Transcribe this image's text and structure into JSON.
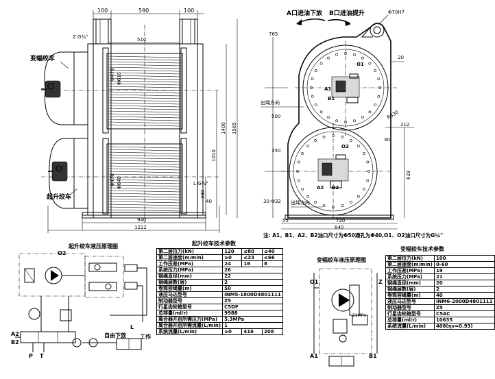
{
  "left_view": {
    "dims_top": [
      "100",
      "590",
      "100"
    ],
    "dim_inner_top": "510",
    "dim_z": "Z G¾\"",
    "dim_l": "L G¾\"",
    "dim_upper_drum": "Φ478",
    "dim_upper_flange": "Φ610",
    "dim_lower_drum": "Φ478",
    "dim_lower_flange": "Φ640",
    "dims_right": [
      "1400",
      "1565",
      "1010",
      "380",
      "40"
    ],
    "dim_bottom_inner": "940",
    "dim_bottom_outer": "1222",
    "label_luffing": "变幅绞车",
    "label_hoist": "起升绞车"
  },
  "right_view": {
    "arrow_a": "A口进油下放",
    "arrow_b": "B口进油提升",
    "dim_pin": "Φ70H7",
    "dims_left": [
      "765",
      "500",
      "350",
      "30-Φ32"
    ],
    "dims_right": [
      "20",
      "R330",
      "212",
      "30",
      "628"
    ],
    "dims_bottom": [
      "55",
      "720",
      "840"
    ],
    "label_rope_upper": "出绳方向",
    "label_rope_lower": "出绳方向",
    "port_labels": [
      "O1",
      "A1",
      "B1",
      "O2",
      "A2",
      "B2"
    ]
  },
  "note": "注: A1、B1、A2、B2油口尺寸为Φ50通孔为Φ40,O1、O2油口尺寸为G¼\"",
  "hoist_params": {
    "title": "起升绞车技术参数",
    "rows": [
      [
        "第二层拉力(kN)",
        "120",
        "≤80",
        "≤40"
      ],
      [
        "第二层速度(m/min)",
        "≥0",
        "≤33",
        "≤66"
      ],
      [
        "工作压差(MPa)",
        "24",
        "16",
        "8"
      ],
      [
        "系统压力(MPa)",
        "26",
        "",
        ""
      ],
      [
        "钢绳直径(mm)",
        "22",
        "",
        ""
      ],
      [
        "钢绳层数(层)",
        "2",
        "",
        ""
      ],
      [
        "卷筒容绳量(m)",
        "50",
        "",
        ""
      ],
      [
        "液压马达型号",
        "INM5-1800D4801111",
        "",
        ""
      ],
      [
        "制动器型号",
        "Z5",
        "",
        ""
      ],
      [
        "行星齿轮箱型号",
        "C5DF",
        "",
        ""
      ],
      [
        "总排量(ml/r)",
        "9988",
        "",
        ""
      ],
      [
        "离合器开启所需压力(MPa)",
        "5.3MPa",
        "",
        ""
      ],
      [
        "离合器开启所需流量(L/min)",
        "1",
        "",
        ""
      ],
      [
        "系统流量(L/min)",
        "≥0",
        "416",
        "208"
      ]
    ]
  },
  "luff_params": {
    "title": "变幅绞车技术参数",
    "rows": [
      [
        "第二层拉力(kN)",
        "100"
      ],
      [
        "第二层速度(m/min)",
        "0-60"
      ],
      [
        "工作压差(MPa)",
        "19"
      ],
      [
        "系统压力(MPa)",
        "21"
      ],
      [
        "钢绳直径(mm)",
        "20"
      ],
      [
        "钢绳层数(层)",
        "2"
      ],
      [
        "卷筒容绳量(m)",
        "40"
      ],
      [
        "液压马达型号",
        "INM6-2000D4801111"
      ],
      [
        "制动器型号",
        "Z5"
      ],
      [
        "行星齿轮箱型号",
        "C5AC"
      ],
      [
        "总排量(ml/r)",
        "10635"
      ],
      [
        "系统流量(L/min)",
        "408(ηv=0.93)"
      ]
    ]
  },
  "hoist_circuit": {
    "title": "起升绞车液压原理图",
    "labels": {
      "o2": "O2",
      "a2": "A2",
      "b2": "B2",
      "p": "P",
      "t": "T",
      "l": "L",
      "free_fall": "自由下放",
      "work": "工作"
    }
  },
  "luff_circuit": {
    "title": "变幅绞车液压原理图",
    "labels": {
      "o1": "O1",
      "z": "Z",
      "pressure": "21MPa",
      "a1": "A1",
      "b1": "B1"
    }
  }
}
